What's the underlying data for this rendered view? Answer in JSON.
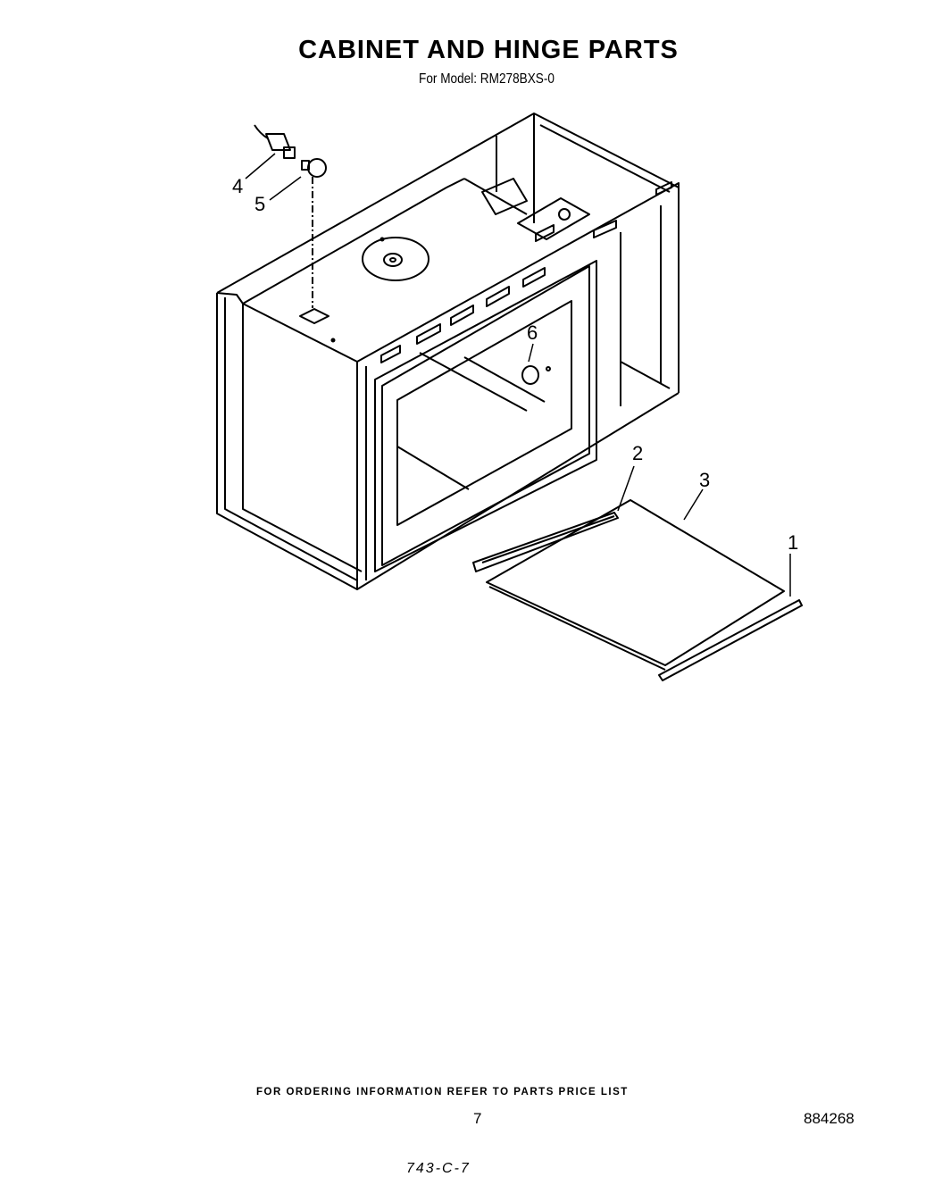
{
  "header": {
    "title": "CABINET AND HINGE PARTS",
    "subtitle": "For Model: RM278BXS-0"
  },
  "diagram": {
    "callouts": [
      {
        "id": "1",
        "part": "bottom-trim-strip-front"
      },
      {
        "id": "2",
        "part": "bottom-trim-strip-rear"
      },
      {
        "id": "3",
        "part": "bottom-panel"
      },
      {
        "id": "4",
        "part": "lamp-socket"
      },
      {
        "id": "5",
        "part": "lamp-bulb"
      },
      {
        "id": "6",
        "part": "cavity-knob"
      }
    ]
  },
  "footer": {
    "ordering_note": "FOR ORDERING INFORMATION REFER TO PARTS PRICE LIST",
    "page_number": "7",
    "document_number": "884268",
    "handwritten_code": "743-C-7"
  }
}
